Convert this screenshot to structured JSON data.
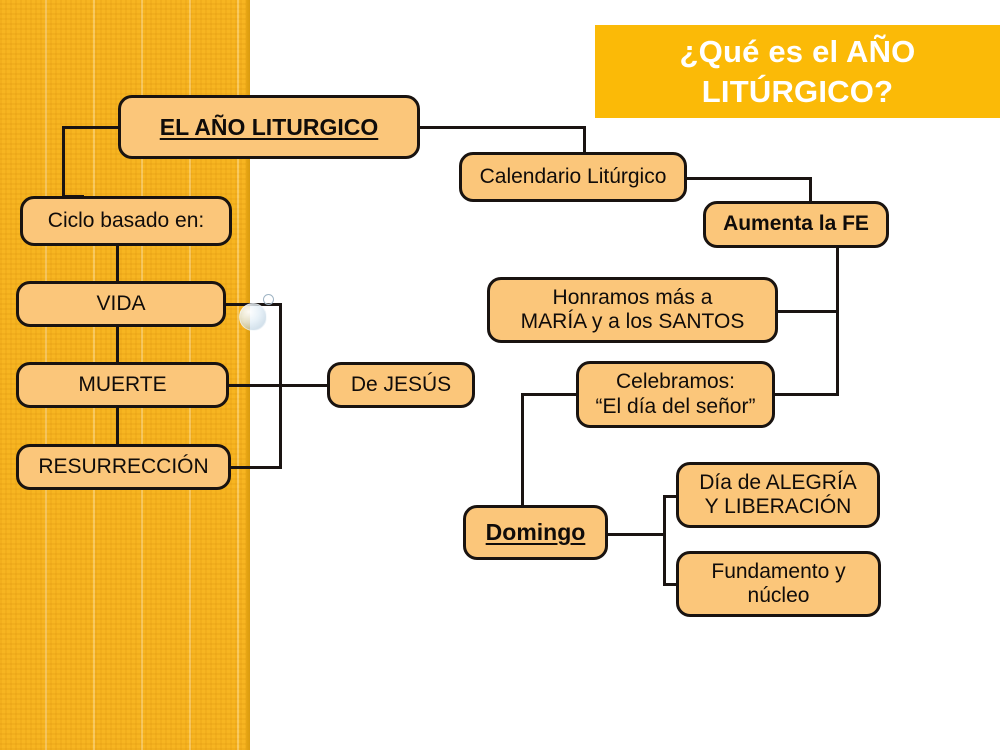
{
  "slide": {
    "title_banner": {
      "line1": "¿Qué es el AÑO",
      "line2": "LITÚRGICO?",
      "background_color": "#FBBA07",
      "text_color": "#FFFFFF"
    },
    "theme": {
      "panel_color": "#F7B521",
      "node_fill": "#FBC67A",
      "node_border": "#191310",
      "connector_color": "#1A1412",
      "background": "#FFFFFF"
    }
  },
  "diagram": {
    "type": "flowchart",
    "root": "EL AÑO LITURGICO",
    "nodes": {
      "root": {
        "label": "EL AÑO LITURGICO"
      },
      "ciclo": {
        "label": "Ciclo basado en:"
      },
      "vida": {
        "label": "VIDA"
      },
      "muerte": {
        "label": "MUERTE"
      },
      "resurreccion": {
        "label": "RESURRECCIÓN"
      },
      "de_jesus": {
        "label": "De JESÚS"
      },
      "calendario": {
        "label": "Calendario Litúrgico"
      },
      "aumenta_fe": {
        "label": "Aumenta la FE"
      },
      "honramos_l1": {
        "label": "Honramos más a"
      },
      "honramos_l2": {
        "label": "MARÍA y a los SANTOS"
      },
      "celebramos_l1": {
        "label": "Celebramos:"
      },
      "celebramos_l2": {
        "label": "“El día del señor”"
      },
      "domingo": {
        "label": "Domingo"
      },
      "alegria_l1": {
        "label": "Día de ALEGRÍA"
      },
      "alegria_l2": {
        "label": "Y LIBERACIÓN"
      },
      "fundamento_l1": {
        "label": "Fundamento y"
      },
      "fundamento_l2": {
        "label": "núcleo"
      }
    },
    "edges": [
      {
        "from": "root",
        "to": "ciclo"
      },
      {
        "from": "ciclo",
        "to": "vida"
      },
      {
        "from": "vida",
        "to": "muerte"
      },
      {
        "from": "muerte",
        "to": "resurreccion"
      },
      {
        "from": "vida",
        "to": "de_jesus"
      },
      {
        "from": "muerte",
        "to": "de_jesus"
      },
      {
        "from": "resurreccion",
        "to": "de_jesus"
      },
      {
        "from": "root",
        "to": "calendario"
      },
      {
        "from": "calendario",
        "to": "aumenta_fe"
      },
      {
        "from": "aumenta_fe",
        "to": "honramos_l1"
      },
      {
        "from": "aumenta_fe",
        "to": "celebramos_l1"
      },
      {
        "from": "celebramos_l1",
        "to": "domingo"
      },
      {
        "from": "domingo",
        "to": "alegria_l1"
      },
      {
        "from": "domingo",
        "to": "fundamento_l1"
      }
    ]
  }
}
